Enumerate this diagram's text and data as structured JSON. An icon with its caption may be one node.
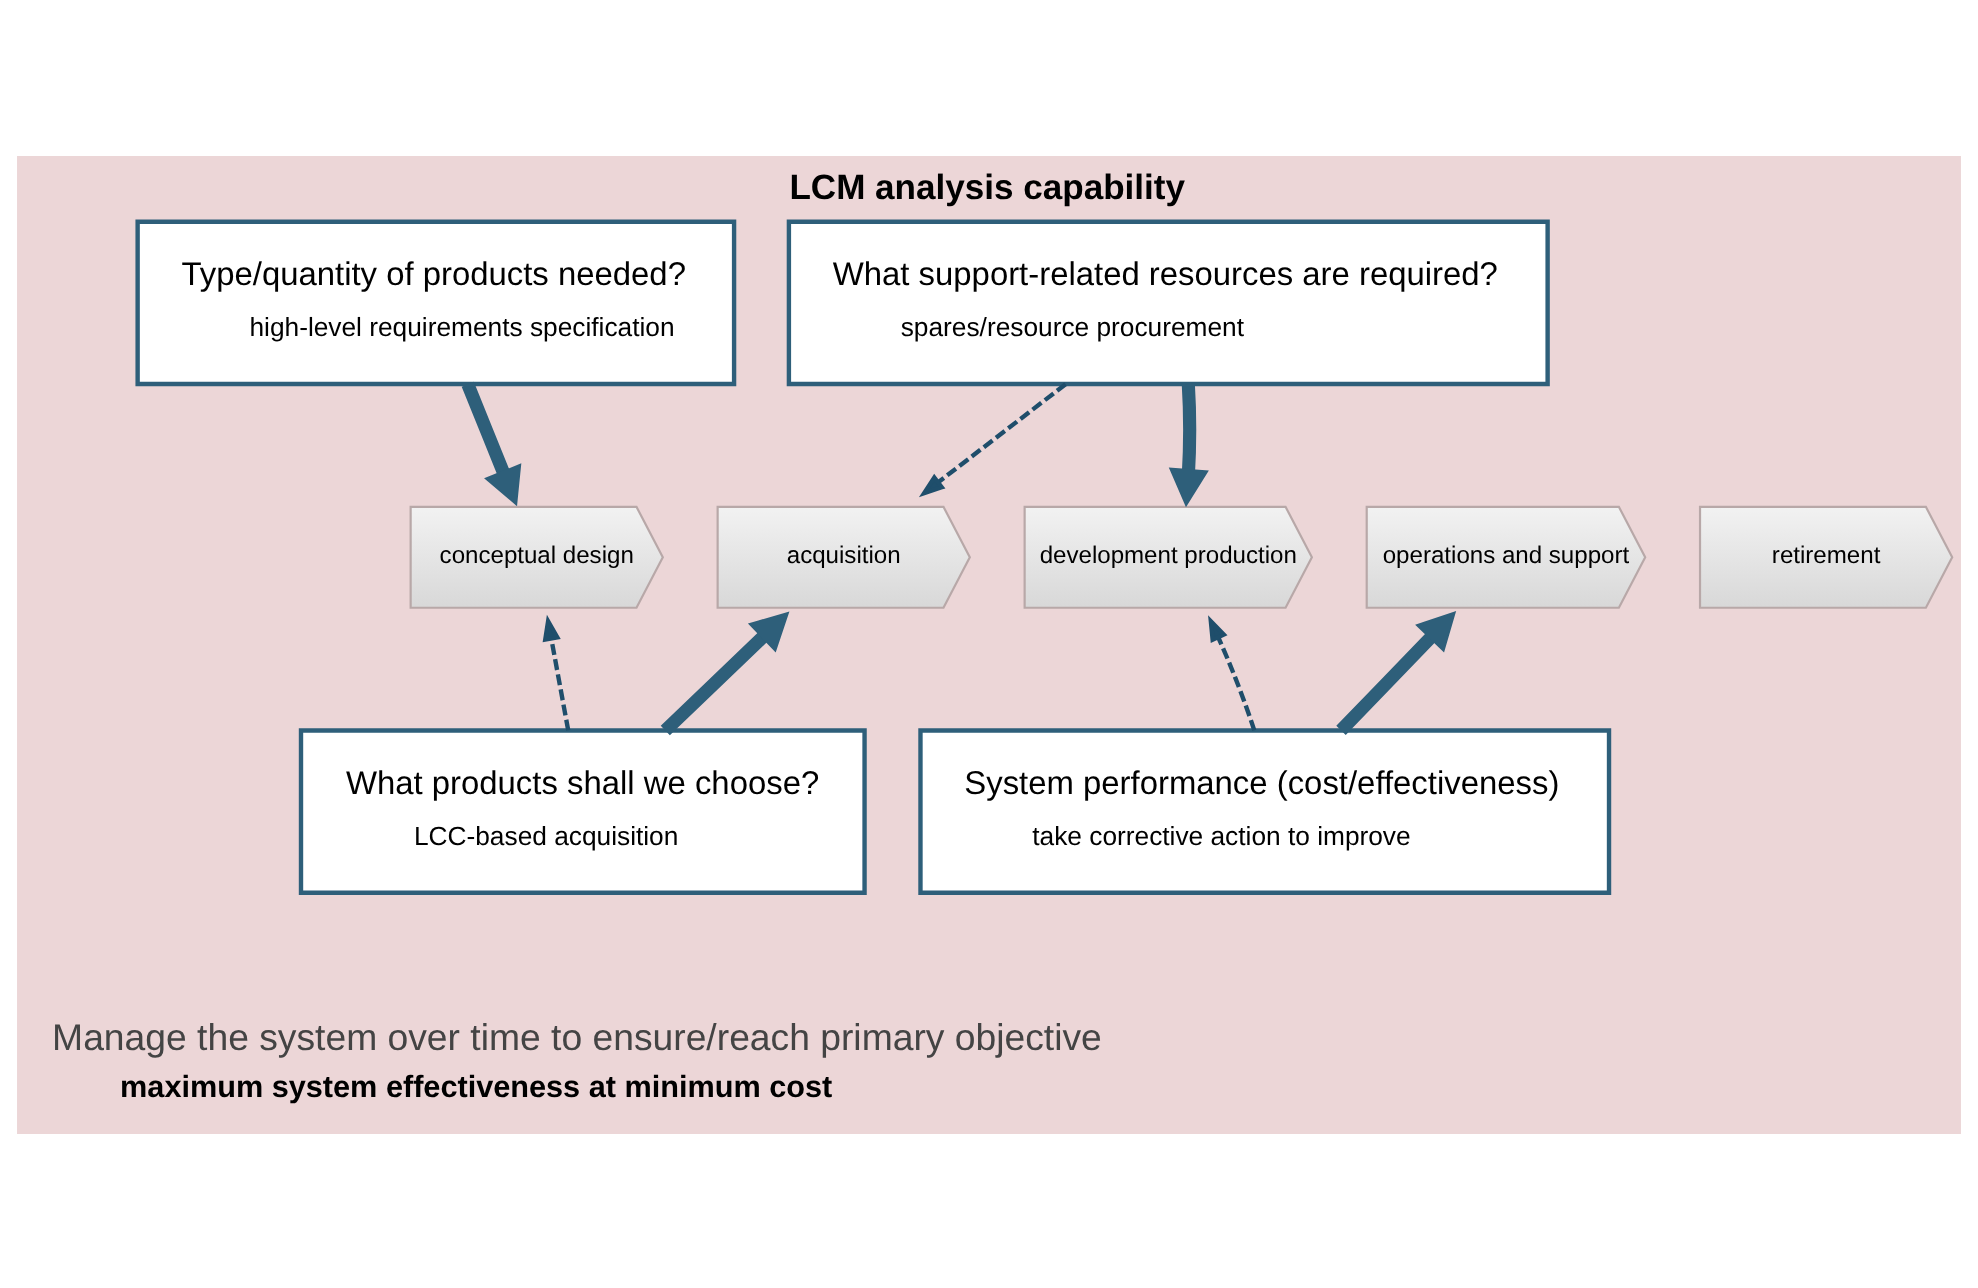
{
  "diagram": {
    "title": "LCM analysis capability",
    "nodes": [
      {
        "text": [
          "Type/quantity of products needed?",
          "high-level requirements specification"
        ]
      },
      {
        "text": [
          "What support-related resources are required?",
          "spares/resource procurement"
        ]
      },
      {
        "text": [
          "conceptual design"
        ]
      },
      {
        "text": [
          "acquisition"
        ]
      },
      {
        "text": [
          "development production"
        ]
      },
      {
        "text": [
          "operations and support"
        ]
      },
      {
        "text": [
          "retirement"
        ]
      },
      {
        "text": [
          "What products shall we choose?",
          "LCC-based acquisition"
        ]
      },
      {
        "text": [
          "System performance (cost/effectiveness)",
          "take corrective action to improve"
        ]
      }
    ],
    "edges": [
      {
        "from": 0,
        "to": 2,
        "arrow": "to"
      },
      {
        "from": 1,
        "to": 3,
        "arrow": "to",
        "style": "dashed"
      },
      {
        "from": 1,
        "to": 4,
        "arrow": "to"
      },
      {
        "from": 7,
        "to": 2,
        "arrow": "to",
        "style": "dashed"
      },
      {
        "from": 7,
        "to": 3,
        "arrow": "to"
      },
      {
        "from": 8,
        "to": 4,
        "arrow": "to",
        "style": "dashed"
      },
      {
        "from": 8,
        "to": 5,
        "arrow": "to"
      }
    ],
    "labels": [
      "Manage the system over time to ensure/reach primary objective",
      "maximum system effectiveness at minimum cost"
    ]
  }
}
